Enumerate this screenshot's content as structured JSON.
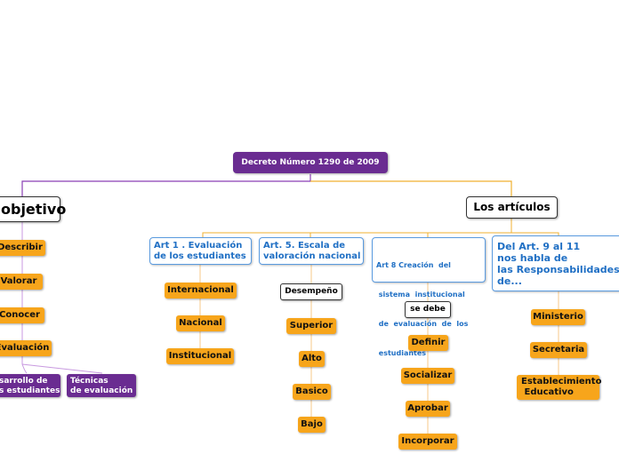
{
  "root": "Decreto Número 1290 de 2009",
  "left": {
    "title": "objetivo",
    "items": [
      "Describir",
      "Valorar",
      "Conocer",
      "Evaluación"
    ],
    "sub": [
      {
        "line1": "sarrollo de",
        "line2": "s estudiantes"
      },
      {
        "line1": "Técnicas",
        "line2": "de evaluación"
      }
    ]
  },
  "right": {
    "title": "Los artículos",
    "articles": [
      {
        "line1": "Art 1 . Evaluación",
        "line2": " de los estudiantes",
        "items": [
          "Internacional",
          "Nacional",
          "Institucional"
        ]
      },
      {
        "line1": "Art.  5. Escala de",
        "line2": "valoración nacional",
        "label": "Desempeño",
        "items": [
          "Superior",
          "Alto",
          "Basico",
          "Bajo"
        ]
      },
      {
        "line1": "Art 8 Creación  del",
        "line2": " sistema  institucional",
        "line3": " de  evaluación  de  los",
        "line4": " estudiantes",
        "label": "se debe",
        "items": [
          "Definir",
          "Socializar",
          "Aprobar",
          "Incorporar"
        ]
      },
      {
        "line1": "Del  Art. 9 al 11",
        "line2": "nos habla de",
        "line3": "las Responsabilidades",
        "line4": "de...",
        "items": [
          "Ministerio",
          "Secretaria"
        ],
        "item3": {
          "line1": "Establecimiento",
          "line2": " Educativo"
        }
      }
    ]
  }
}
